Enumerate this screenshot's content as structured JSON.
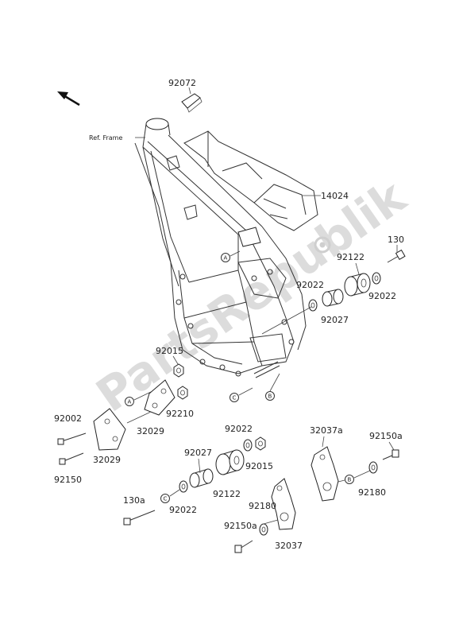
{
  "ref_frame_label": "Ref. Frame",
  "watermark": "PartsRepublik",
  "callouts": {
    "A": "A",
    "B": "B",
    "C": "C"
  },
  "parts": {
    "p92072": "92072",
    "p14024": "14024",
    "p130": "130",
    "p92122_r": "92122",
    "p92022_r1": "92022",
    "p92022_r2": "92022",
    "p92027_r": "92027",
    "p92015_l": "92015",
    "p92002": "92002",
    "p92210": "92210",
    "p32029_a": "32029",
    "p32029_b": "32029",
    "p92150": "92150",
    "p92022_m": "92022",
    "p92027_m": "92027",
    "p92015_m": "92015",
    "p92122_m": "92122",
    "p130a": "130a",
    "p92022_b": "92022",
    "p32037a": "32037a",
    "p92150a_r": "92150a",
    "p92180_r": "92180",
    "p92180_m": "92180",
    "p92150a_m": "92150a",
    "p32037": "32037"
  }
}
